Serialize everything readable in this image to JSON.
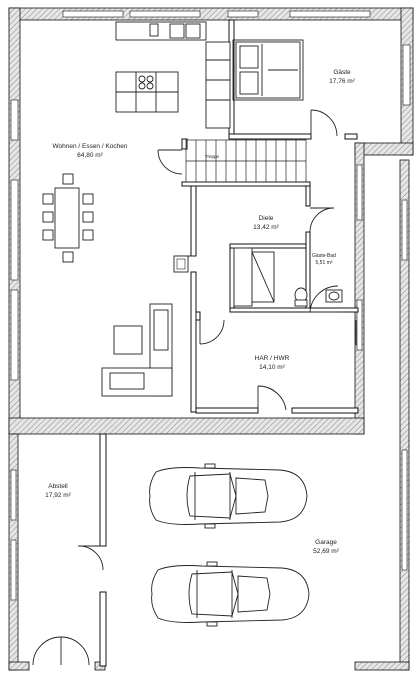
{
  "colors": {
    "wall_fill": "#e6e6e6",
    "wall_line": "#111111",
    "hatch": "#777777",
    "line": "#222222",
    "text": "#222222"
  },
  "rooms": [
    {
      "id": "wohnen",
      "name": "Wohnen / Essen / Kochen",
      "area": "64,80 m²"
    },
    {
      "id": "gaeste",
      "name": "Gäste",
      "area": "17,76 m²"
    },
    {
      "id": "diele",
      "name": "Diele",
      "area": "13,42 m²"
    },
    {
      "id": "gaeste-bad",
      "name": "Gäste-Bad",
      "area": "5,51 m²"
    },
    {
      "id": "har-hwr",
      "name": "HAR / HWR",
      "area": "14,10 m²"
    },
    {
      "id": "abstell",
      "name": "Abstell",
      "area": "17,92 m²"
    },
    {
      "id": "garage",
      "name": "Garage",
      "area": "52,69 m²"
    }
  ],
  "stair": {
    "label": "Treppe"
  },
  "icons": {
    "sofa": "sofa-icon",
    "bed": "bed-icon",
    "car": "car-icon",
    "toilet": "toilet-icon",
    "sink": "sink-icon",
    "shower": "shower-icon",
    "dining": "dining-table-icon",
    "hob": "hob-icon"
  }
}
